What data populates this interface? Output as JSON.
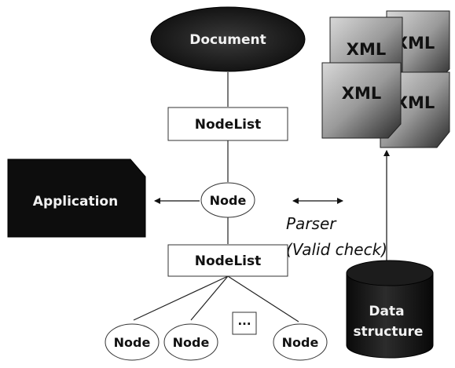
{
  "document": {
    "label": "Document"
  },
  "nodelist_top": {
    "label": "NodeList"
  },
  "nodelist_bottom": {
    "label": "NodeList"
  },
  "node_center": {
    "label": "Node"
  },
  "application": {
    "label": "Application"
  },
  "parser": {
    "line1": "Parser",
    "line2": "(Valid check)"
  },
  "xml_docs": {
    "labels": [
      "XML",
      "XML",
      "XML",
      "XML"
    ]
  },
  "data_structure": {
    "line1": "Data",
    "line2": "structure"
  },
  "child_nodes": {
    "labels": [
      "Node",
      "Node",
      "Node"
    ],
    "ellipsis": "..."
  }
}
